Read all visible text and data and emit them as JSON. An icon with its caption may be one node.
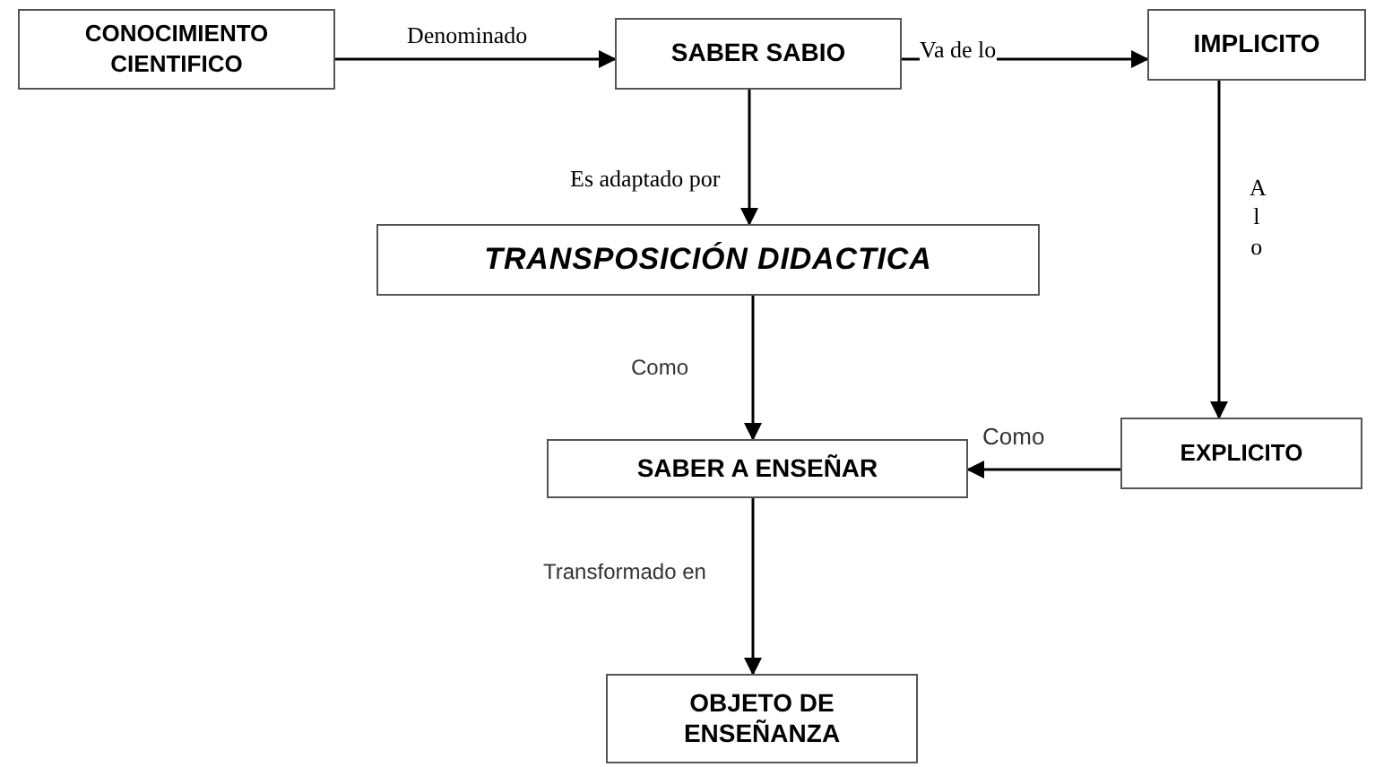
{
  "diagram": {
    "nodes": [
      {
        "text": [
          "CONOCIMIENTO CIENTIFICO"
        ]
      },
      {
        "text": [
          "SABER SABIO"
        ]
      },
      {
        "text": [
          "IMPLICITO"
        ]
      },
      {
        "text": [
          "TRANSPOSICIÓN DIDACTICA"
        ]
      },
      {
        "text": [
          "SABER A ENSEÑAR"
        ]
      },
      {
        "text": [
          "EXPLICITO"
        ]
      },
      {
        "text": [
          "OBJETO DE ENSEÑANZA"
        ]
      }
    ],
    "edges": [
      {
        "from": 0,
        "to": 1,
        "arrow": "to",
        "label": "Denominado"
      },
      {
        "from": 1,
        "to": 2,
        "arrow": "to",
        "label": "Va de lo"
      },
      {
        "from": 1,
        "to": 3,
        "arrow": "to",
        "label": "Es adaptado por"
      },
      {
        "from": 2,
        "to": 5,
        "arrow": "to",
        "label": "A lo"
      },
      {
        "from": 3,
        "to": 4,
        "arrow": "to",
        "label": "Como"
      },
      {
        "from": 5,
        "to": 4,
        "arrow": "to",
        "label": "Como"
      },
      {
        "from": 4,
        "to": 6,
        "arrow": "to",
        "label": "Transformado en"
      }
    ]
  }
}
